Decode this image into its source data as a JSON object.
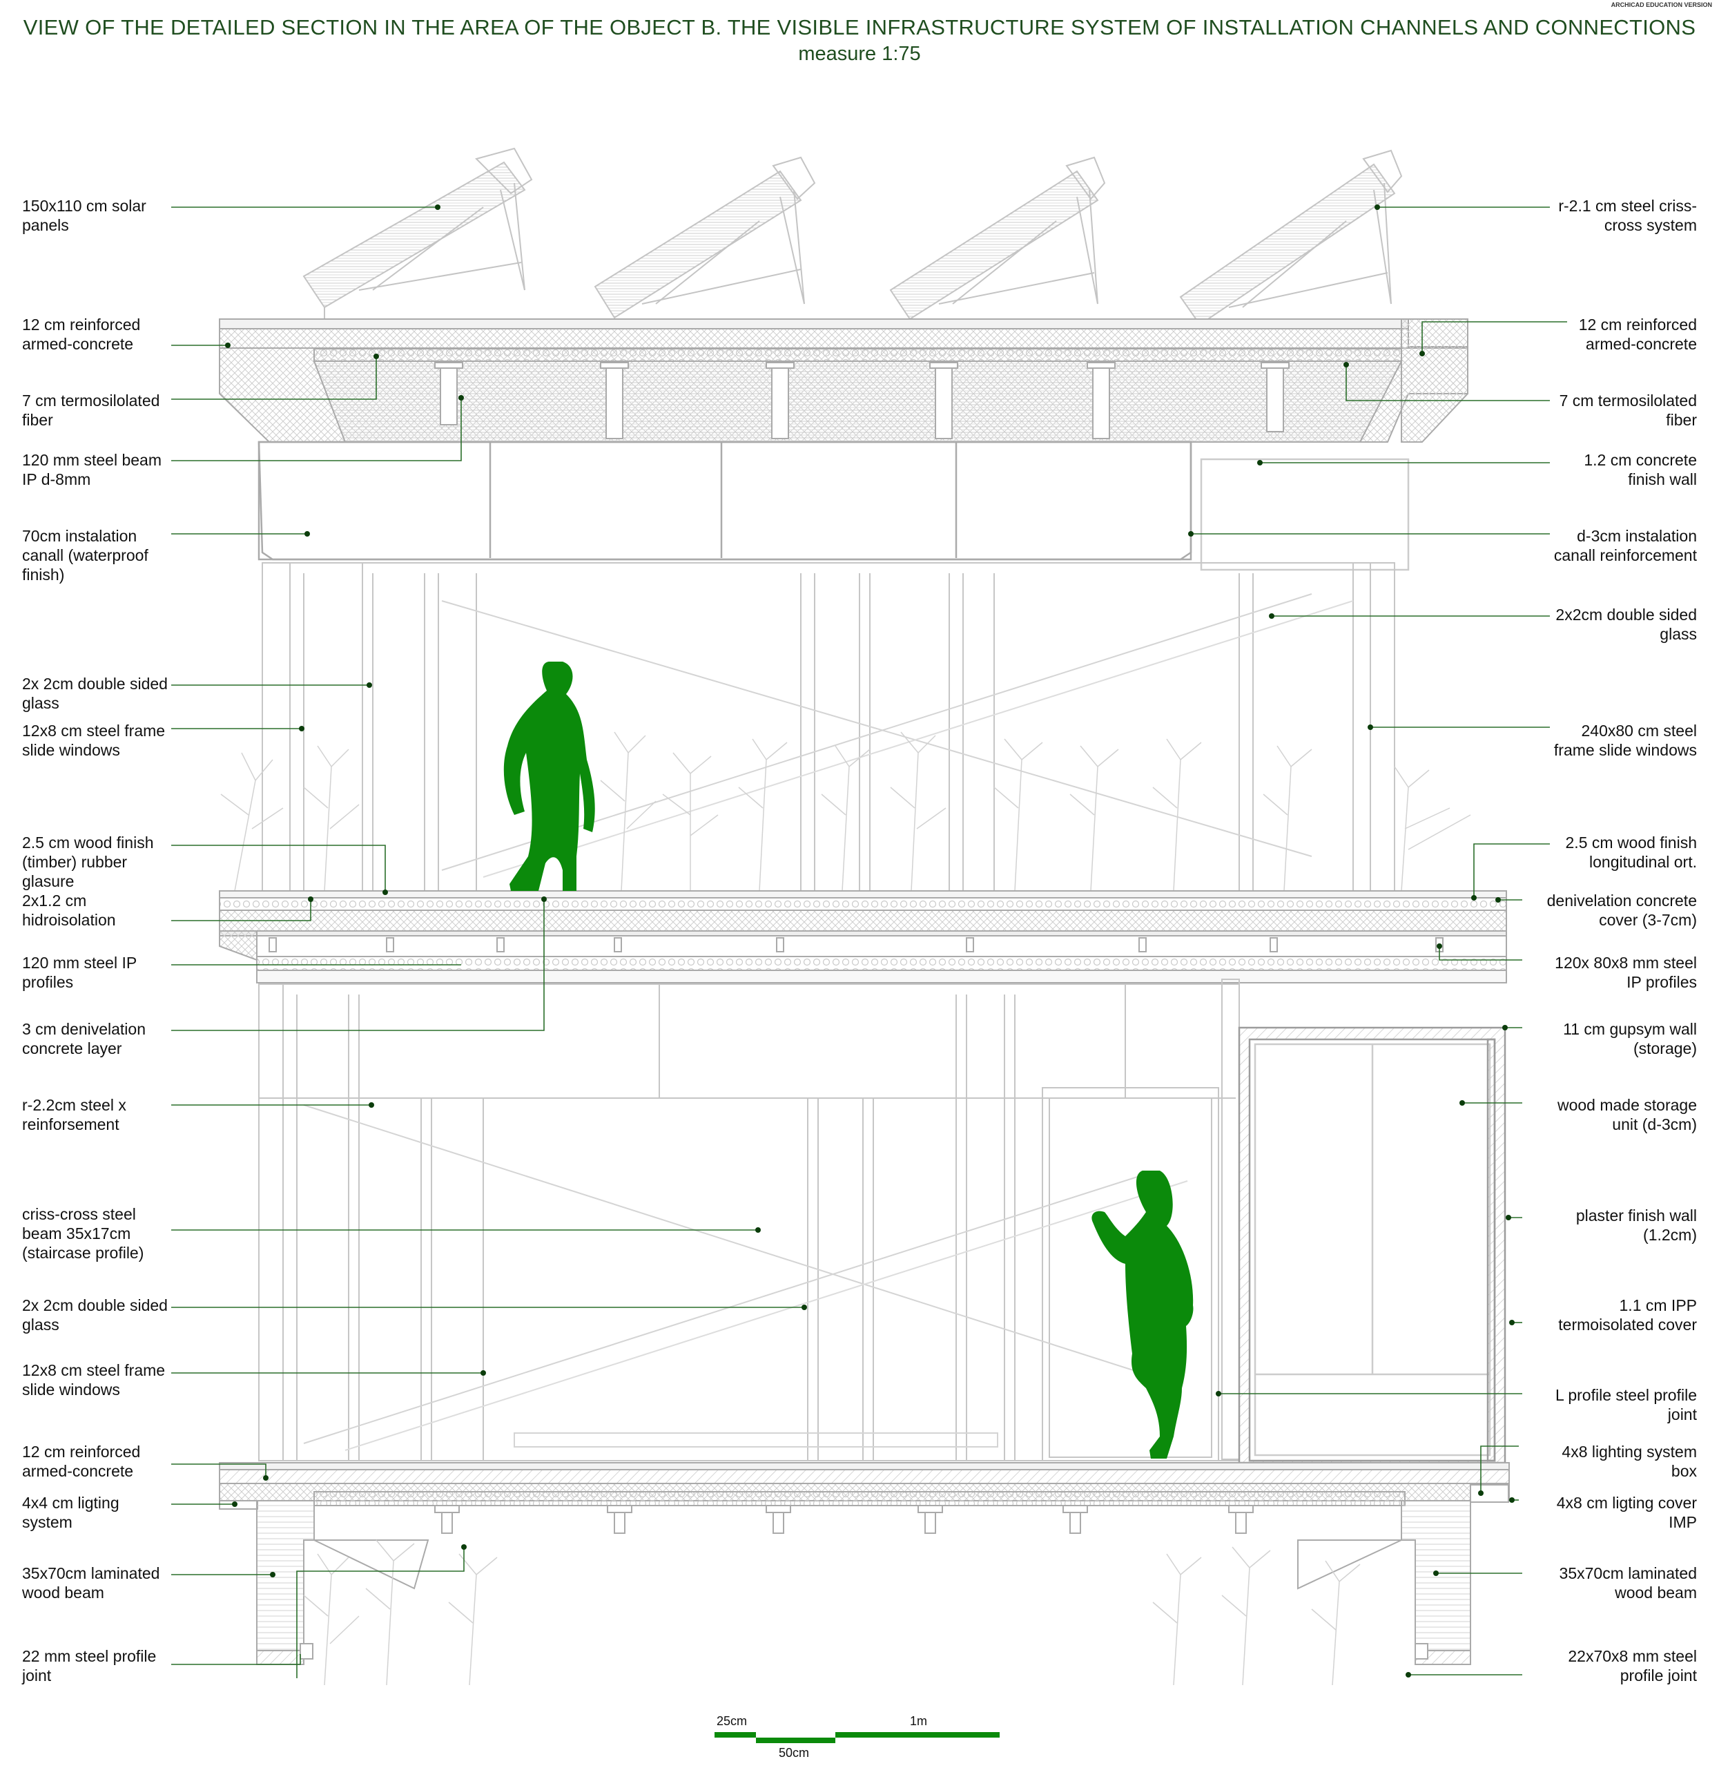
{
  "title": "VIEW OF THE DETAILED SECTION IN THE AREA OF THE OBJECT B. THE VISIBLE INFRASTRUCTURE SYSTEM OF INSTALLATION CHANNELS AND CONNECTIONS",
  "subtitle": "measure 1:75",
  "edition_note": "ARCHICAD EDUCATION VERSION",
  "colors": {
    "accent": "#0b8a0b",
    "leader": "#1f5c1f",
    "line": "#bdbdbd",
    "text": "#111111"
  },
  "labels_left": [
    "150x110 cm solar\npanels",
    "12 cm reinforced\narmed-concrete",
    "7 cm termosilolated\nfiber",
    "120 mm steel beam\nIP d-8mm",
    "70cm instalation\ncanall (waterproof\nfinish)",
    "2x 2cm double sided\nglass",
    "12x8 cm steel frame\nslide windows",
    "2.5 cm wood finish\n(timber) rubber\nglasure\n2x1.2 cm\nhidroisolation",
    "120 mm steel IP\nprofiles",
    "3 cm denivelation\nconcrete layer",
    "r-2.2cm steel x\nreinforsement",
    "criss-cross steel\nbeam 35x17cm\n(staircase profile)",
    "2x 2cm double sided\nglass",
    "12x8 cm steel frame\nslide windows",
    "12 cm reinforced\narmed-concrete",
    "4x4 cm ligting\nsystem",
    "35x70cm laminated\nwood beam",
    "22 mm steel profile\njoint"
  ],
  "labels_right": [
    "r-2.1 cm steel criss-\ncross system",
    "12 cm reinforced\narmed-concrete",
    "7 cm termosilolated\nfiber",
    "1.2 cm concrete\nfinish wall",
    "d-3cm instalation\ncanall reinforcement",
    "2x2cm double sided\nglass",
    "240x80 cm steel\nframe slide windows",
    "2.5 cm wood finish\nlongitudinal ort.",
    "denivelation concrete\ncover (3-7cm)",
    "120x 80x8 mm steel\nIP profiles",
    "11 cm gupsym wall\n(storage)",
    "wood made storage\nunit (d-3cm)",
    "plaster finish wall\n(1.2cm)",
    "1.1 cm IPP\ntermoisolated cover",
    "L profile steel profile\njoint",
    "4x8 lighting system\nbox",
    "4x8 cm ligting cover\nIMP",
    "35x70cm laminated\nwood beam",
    "22x70x8 mm steel\nprofile joint"
  ],
  "scale_bar": {
    "label_25": "25cm",
    "label_50": "50cm",
    "label_1m": "1m"
  }
}
